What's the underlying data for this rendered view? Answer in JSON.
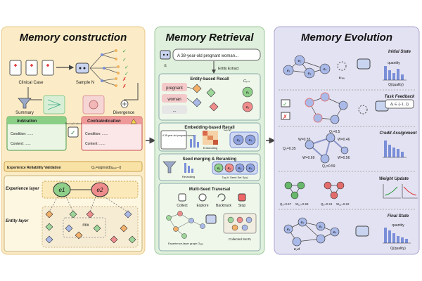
{
  "panels": {
    "construction": {
      "title": "Memory construction",
      "clinical_case": "Clinical  Case",
      "sample": "Sample N",
      "summary": "Summary",
      "divergence": "Divergence",
      "indication": "Indication",
      "contraindication": "Contraindication",
      "condition": "Condition: ......",
      "content": "Content: ......",
      "deduplicated": "Deduplicated",
      "reliability": "Experience Reliability Validation",
      "formula": "Q₀=sigmoid(uₑₓₚ−r)",
      "experience_layer": "Experience layer",
      "entity_layer": "Entity layer",
      "e1": "e1",
      "e2": "e2",
      "mix": "mix"
    },
    "retrieval": {
      "title": "Memory Retrieval",
      "query_symbol": "Xᵢ",
      "query": "A 38-year-old pregnant woman...",
      "entity_extract": "Entity Extract",
      "entity_recall": "Entity-based Recall",
      "entity_chips": [
        "pregnant",
        "woman",
        "..."
      ],
      "cent": "Cₑₙₜ",
      "embedding_recall": "Embedding-based Recall",
      "embedding_text": "A 38-year-old pregnant woman...",
      "embedding": "Embedding",
      "cemb": "Cₑₘᵦ",
      "seed_title": "Seed merging & Reranking",
      "reranking": "Reranking",
      "topk": "Top-K Seed Set S(xᵢ)",
      "traversal": "Multi-Seed Traversal",
      "actions": [
        "Collect",
        "Explore",
        "Backtrack",
        "Stop"
      ],
      "graph_label": "Experience-layer graph Gₑₓₚ",
      "collected": "Collected Set Rᵢ",
      "nodes": [
        "e₁",
        "e₂",
        "e₃",
        "e₄",
        "e₁",
        "e₂",
        "e₃",
        "e₄"
      ]
    },
    "evolution": {
      "title": "Memory Evolution",
      "initial": "Initial State",
      "quantity": "quantity",
      "quality": "Q(quality)",
      "enew": "eₙₑᵥ",
      "task_feedback": "Task Feedback",
      "reward": "Δᵢ ∈ {−1, 1}",
      "credit": "Credit Assignment",
      "q1": "Q₁=0.5",
      "q2": "Q₂=0.35",
      "q3": "Q₃=0.59",
      "w1": "W=0.35",
      "w2": "W=0.69",
      "w3": "W=0.46",
      "w4": "W=0.56",
      "weight_update": "Weight Update",
      "qa": "Q₁=0.67",
      "wa": "W₁₂=0.69",
      "qb": "Q₂=0.24",
      "wb": "W₁₂=0.22",
      "final": "Final State",
      "eold": "eₒₗd",
      "node_labels": [
        "e₁",
        "e₂",
        "e₃",
        "e₄",
        "e₅",
        "e₁",
        "e₂",
        "e₃",
        "e₄"
      ]
    }
  },
  "colors": {
    "construction_bg": "#fbecc7",
    "retrieval_bg": "#dff0dc",
    "evolution_bg": "#e3e2f2",
    "node_blue": "#a9b9e8",
    "node_green": "#67b86a",
    "node_red": "#e26b6b",
    "node_orange": "#f3b06a"
  }
}
